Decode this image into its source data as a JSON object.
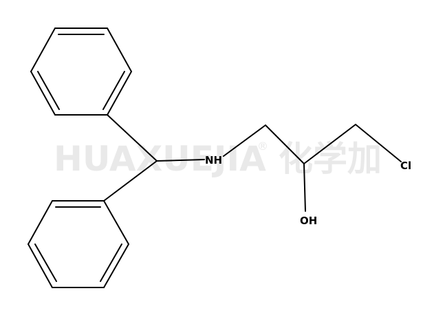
{
  "watermark": {
    "latin": "HUAXUEJIA",
    "registered": "®",
    "chinese": "化学加"
  },
  "atoms": {
    "nh": "NH",
    "oh": "OH",
    "cl": "Cl"
  },
  "colors": {
    "bond": "#000000",
    "label": "#000000",
    "watermark": "#e9e9e9",
    "background": "#ffffff"
  }
}
